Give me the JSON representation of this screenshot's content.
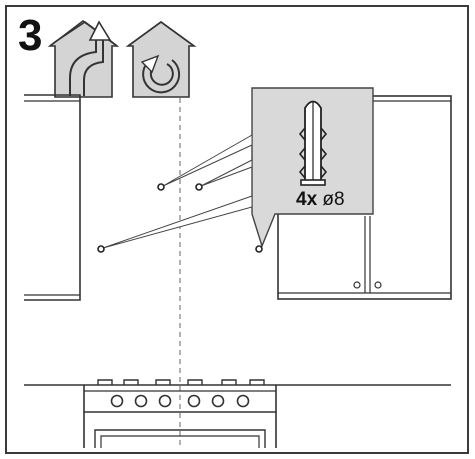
{
  "step": {
    "number": "3"
  },
  "icons": [
    {
      "name": "extraction-mode-icon"
    },
    {
      "name": "recirculation-mode-icon"
    }
  ],
  "callout": {
    "quantity": "4x",
    "size": "ø8",
    "part": "wall-plug-icon"
  },
  "colors": {
    "frame": "#3a3a3a",
    "callout_fill": "#d9d9d9",
    "icon_fill": "#d4d4d4",
    "line": "#333333"
  }
}
